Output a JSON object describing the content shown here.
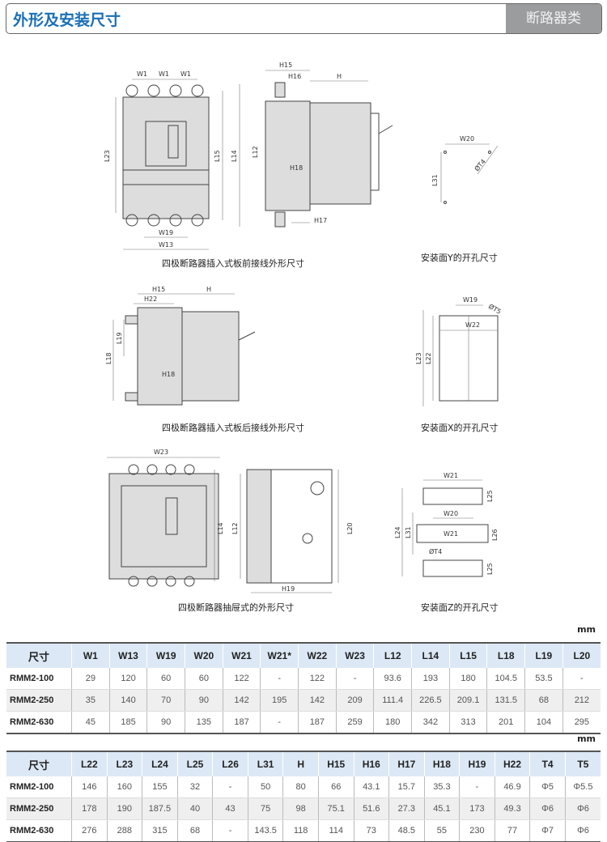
{
  "header": {
    "title": "外形及安装尺寸",
    "category": "断路器类"
  },
  "drawings": {
    "captions": [
      "四极断路器插入式板前接线外形尺寸",
      "安装面Y的开孔尺寸",
      "四极断路器插入式板后接线外形尺寸",
      "安装面X的开孔尺寸",
      "四极断路器抽屉式的外形尺寸",
      "安装面Z的开孔尺寸"
    ],
    "d1": [
      "W1",
      "W1",
      "W1",
      "L23",
      "L15",
      "L14",
      "W19",
      "W13"
    ],
    "d2": [
      "H15",
      "H16",
      "H",
      "L12",
      "H18",
      "H17"
    ],
    "d3": [
      "W20",
      "ØT4",
      "L31"
    ],
    "d4": [
      "H15",
      "H22",
      "H",
      "L19",
      "L18",
      "H18"
    ],
    "d5": [
      "W19",
      "ØT5",
      "W22",
      "L23",
      "L22"
    ],
    "d6": [
      "W23",
      "L14"
    ],
    "d7": [
      "L12",
      "L20",
      "H19"
    ],
    "d8": [
      "W21",
      "L25",
      "W20",
      "W21",
      "L26",
      "L24",
      "L31",
      "ØT4",
      "L25"
    ]
  },
  "unit": "mm",
  "table1": {
    "headers": [
      "尺寸",
      "W1",
      "W13",
      "W19",
      "W20",
      "W21",
      "W21*",
      "W22",
      "W23",
      "L12",
      "L14",
      "L15",
      "L18",
      "L19",
      "L20"
    ],
    "rows": [
      [
        "RMM2-100",
        "29",
        "120",
        "60",
        "60",
        "122",
        "-",
        "122",
        "-",
        "93.6",
        "193",
        "180",
        "104.5",
        "53.5",
        "-"
      ],
      [
        "RMM2-250",
        "35",
        "140",
        "70",
        "90",
        "142",
        "195",
        "142",
        "209",
        "111.4",
        "226.5",
        "209.1",
        "131.5",
        "68",
        "212"
      ],
      [
        "RMM2-630",
        "45",
        "185",
        "90",
        "135",
        "187",
        "-",
        "187",
        "259",
        "180",
        "342",
        "313",
        "201",
        "104",
        "295"
      ]
    ]
  },
  "table2": {
    "headers": [
      "尺寸",
      "L22",
      "L23",
      "L24",
      "L25",
      "L26",
      "L31",
      "H",
      "H15",
      "H16",
      "H17",
      "H18",
      "H19",
      "H22",
      "T4",
      "T5"
    ],
    "rows": [
      [
        "RMM2-100",
        "146",
        "160",
        "155",
        "32",
        "-",
        "50",
        "80",
        "66",
        "43.1",
        "15.7",
        "35.3",
        "-",
        "46.9",
        "Φ5",
        "Φ5.5"
      ],
      [
        "RMM2-250",
        "178",
        "190",
        "187.5",
        "40",
        "43",
        "75",
        "98",
        "75.1",
        "51.6",
        "27.3",
        "45.1",
        "173",
        "49.3",
        "Φ6",
        "Φ6"
      ],
      [
        "RMM2-630",
        "276",
        "288",
        "315",
        "68",
        "-",
        "143.5",
        "118",
        "114",
        "73",
        "48.5",
        "55",
        "230",
        "77",
        "Φ7",
        "Φ6"
      ]
    ]
  }
}
